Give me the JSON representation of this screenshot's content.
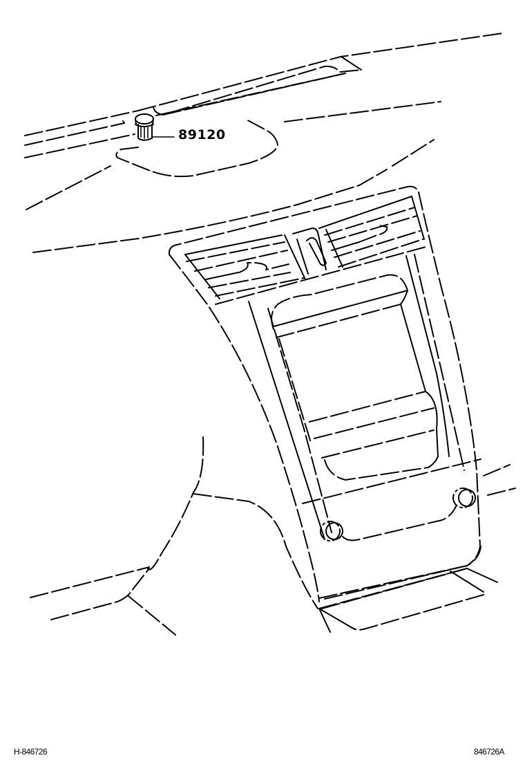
{
  "diagram": {
    "subject": "Instrument panel with center cluster, air vents and sensor part",
    "colors": {
      "line": "#000000",
      "background": "#ffffff"
    },
    "callouts": [
      {
        "part_number": "89120",
        "points_to": "sensor-part"
      }
    ],
    "footer": {
      "illustration_code_left": "H-846726",
      "illustration_code_right": "846726A"
    }
  }
}
